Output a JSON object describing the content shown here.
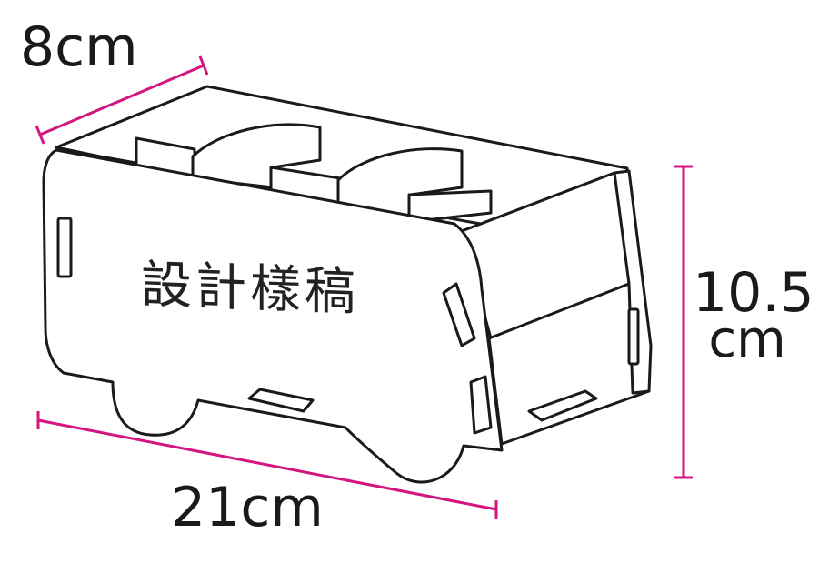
{
  "dimensions": {
    "depth": "8cm",
    "length": "21cm",
    "height_value": "10.5",
    "height_unit": "cm"
  },
  "panel_text": "設計樣稿",
  "colors": {
    "dimension_line": "#d4157f",
    "outline": "#1a1a1a",
    "fill": "#ffffff",
    "background": "#ffffff"
  }
}
